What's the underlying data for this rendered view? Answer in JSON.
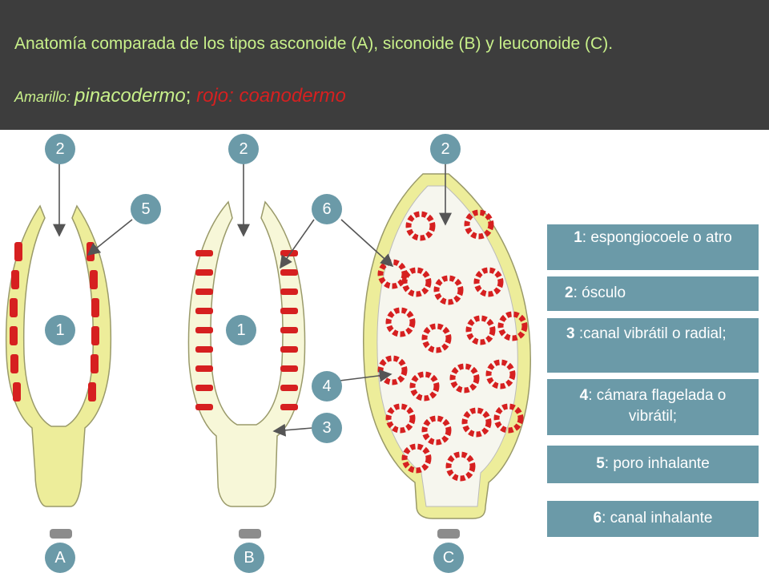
{
  "header": {
    "title": "Anatomía comparada de los tipos asconoide (A), siconoide (B) y leuconoide (C).",
    "sub_amarillo": "Amarillo: ",
    "sub_pinacodermo": "pinacodermo",
    "sub_sep": "; ",
    "sub_rojo": "rojo: coanodermo"
  },
  "markers": {
    "a_top": "2",
    "b_top": "2",
    "c_top": "2",
    "five": "5",
    "six": "6",
    "a_one": "1",
    "b_one": "1",
    "four": "4",
    "three": "3",
    "a_label": "A",
    "b_label": "B",
    "c_label": "C"
  },
  "legend": [
    {
      "num": "1",
      "text": ": espongiocoele o atro"
    },
    {
      "num": "2",
      "text": ": ósculo"
    },
    {
      "num": "3",
      "text": " :canal vibrátil o radial;"
    },
    {
      "num": "4",
      "text": ": cámara flagelada o vibrátil;"
    },
    {
      "num": "5",
      "text": ": poro inhalante"
    },
    {
      "num": "6",
      "text": ": canal inhalante"
    }
  ],
  "colors": {
    "header_bg": "#3d3d3d",
    "title_text": "#c8f08a",
    "coanodermo": "#d62020",
    "pinacodermo": "#eded9a",
    "marker_bg": "#6b9aa8"
  }
}
